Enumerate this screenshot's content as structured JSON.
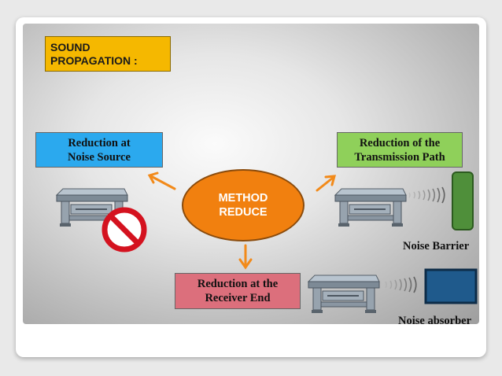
{
  "title": "SOUND\nPROPAGATION :",
  "center": {
    "label": "METHOD\nREDUCE"
  },
  "boxes": {
    "source": "Reduction at\nNoise Source",
    "transmission": "Reduction of the\nTransmission Path",
    "receiver": "Reduction at the\nReceiver End"
  },
  "labels": {
    "barrier": "Noise Barrier",
    "absorber": "Noise absorber"
  },
  "colors": {
    "title_bg": "#f5b800",
    "center_fill": "#f1800f",
    "arrow": "#f28a1a",
    "source_bg": "#2ba9ee",
    "transmission_bg": "#8fd05a",
    "receiver_bg": "#dc6f7c",
    "barrier": "#4f8f3a",
    "absorber": "#1f5a8c",
    "no_sign": "#d4121f"
  },
  "icons": [
    "machine-icon",
    "no-entry-icon",
    "sound-wave-icon",
    "noise-barrier-icon",
    "noise-absorber-icon"
  ]
}
